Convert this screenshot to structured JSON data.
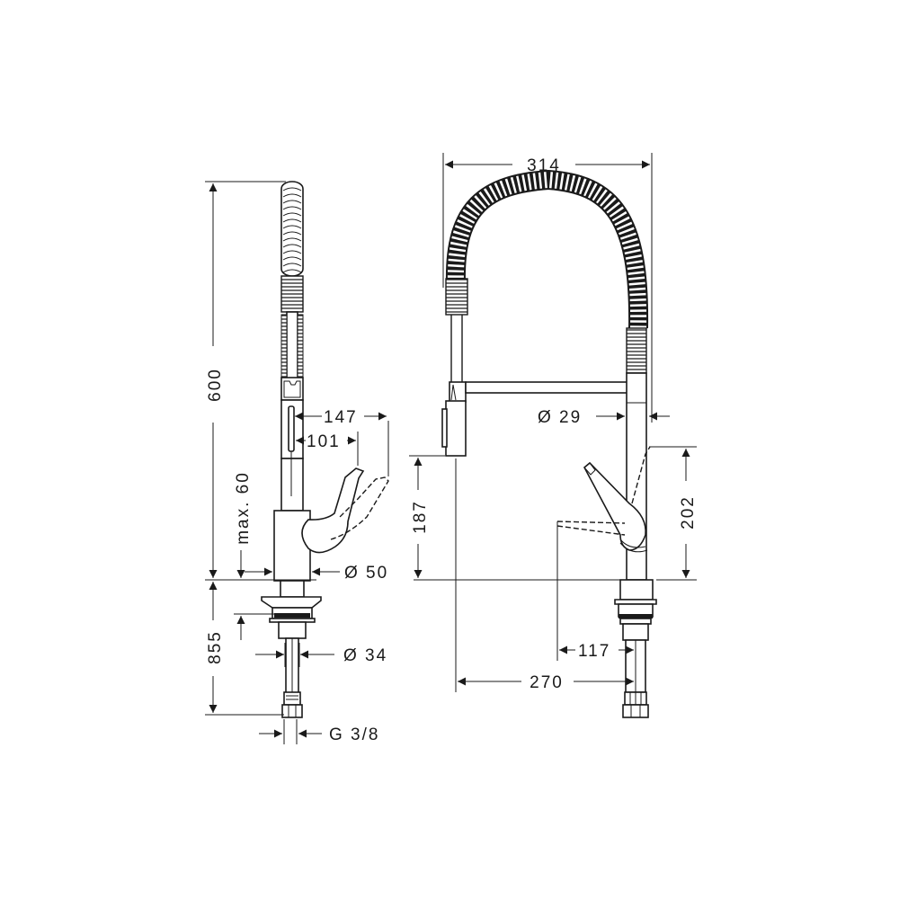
{
  "drawing": {
    "type": "technical-dimension-drawing",
    "subject": "kitchen faucet with spring spout",
    "line_color": "#1a1a1a",
    "background": "#ffffff",
    "views": {
      "side": {
        "dimensions": {
          "total_height": "600",
          "below_deck": "855",
          "handle_reach_open": "147",
          "handle_reach_closed": "101",
          "deck_thickness": "max. 60",
          "base_diameter": "Ø 50",
          "shank_diameter": "Ø 34",
          "connection_thread": "G 3/8"
        }
      },
      "front": {
        "dimensions": {
          "spring_width": "314",
          "spout_diameter": "Ø 29",
          "spout_height": "187",
          "handle_height": "202",
          "handle_offset": "117",
          "spout_reach": "270"
        }
      }
    }
  }
}
